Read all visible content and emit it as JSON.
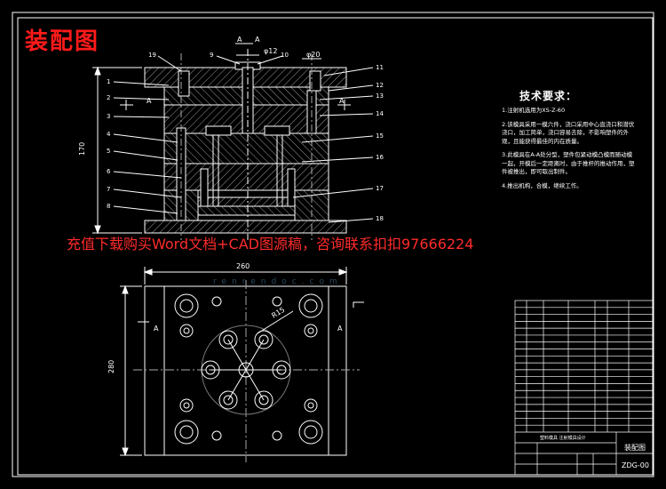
{
  "title": "装配图",
  "banner": "充值下载购买Word文档+CAD图源稿，咨询联系扣扣97666224",
  "watermark": "renrendoc.com",
  "tech_requirements": {
    "heading": "技术要求：",
    "items": [
      "1.注射机选用为XS-Z-60",
      "2.该模具采用一模六件，浇口采用中心直浇口和潜伏浇口，加工简单，浇口容易去除，不影响塑件的外观，且能获得最佳的内在质量。",
      "3.此模具在A-A处分型，塑件包紧动模凸模而随动模一起，开模后一定距离时，由于推杆的推动作用，塑件被推出，即可取出制件。",
      "4.推出机构，合模，继续工作。"
    ]
  },
  "dimensions": {
    "height_front": "170",
    "width_top": "260",
    "height_top": "280",
    "dia_a": "φ12",
    "dia_b": "φ20",
    "radial": "R15",
    "section_marks": [
      "A",
      "A",
      "A",
      "A",
      "A",
      "A"
    ]
  },
  "part_labels": {
    "left": [
      "1",
      "2",
      "3",
      "4",
      "5",
      "6",
      "7",
      "8"
    ],
    "right": [
      "11",
      "12",
      "13",
      "14",
      "15",
      "16",
      "17",
      "18"
    ],
    "top": [
      "19",
      "9",
      "10"
    ]
  },
  "title_block": {
    "drawing_name": "装配图",
    "drawing_code": "ZDG-00",
    "project": "塑料模具 注射模具设计"
  }
}
